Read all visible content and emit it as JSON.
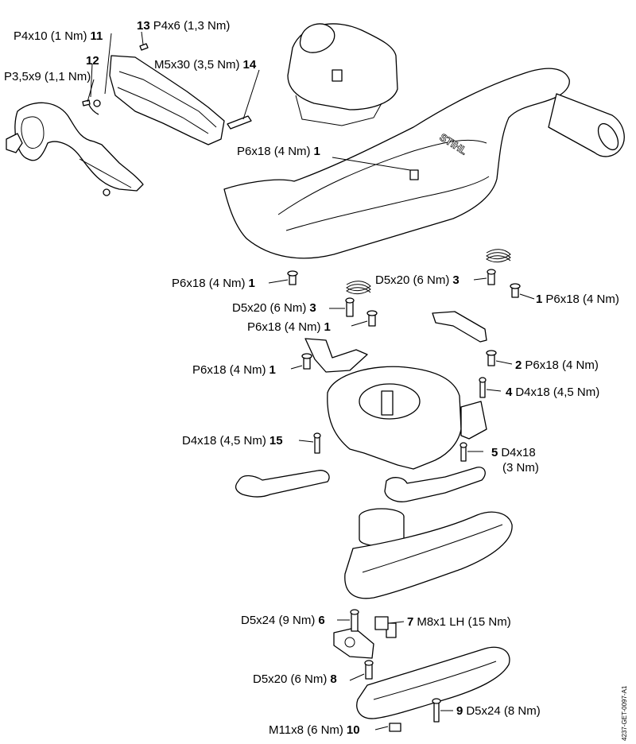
{
  "callouts": [
    {
      "id": "c13",
      "num": "13",
      "spec": "P4x6 (1,3 Nm)",
      "num_first": true
    },
    {
      "id": "c11",
      "num": "11",
      "spec": "P4x10 (1 Nm)",
      "num_first": false
    },
    {
      "id": "c12",
      "num": "12",
      "spec": "",
      "num_first": false
    },
    {
      "id": "c12b",
      "num": "",
      "spec": "P3,5x9 (1,1 Nm)",
      "num_first": false
    },
    {
      "id": "c14",
      "num": "14",
      "spec": "M5x30 (3,5 Nm)",
      "num_first": false
    },
    {
      "id": "c1a",
      "num": "1",
      "spec": "P6x18 (4 Nm)",
      "num_first": false
    },
    {
      "id": "c1b",
      "num": "1",
      "spec": "P6x18 (4 Nm)",
      "num_first": false
    },
    {
      "id": "c3a",
      "num": "3",
      "spec": "D5x20 (6 Nm)",
      "num_first": false
    },
    {
      "id": "c1c",
      "num": "1",
      "spec": "P6x18 (4 Nm)",
      "num_first": true
    },
    {
      "id": "c3b",
      "num": "3",
      "spec": "D5x20 (6 Nm)",
      "num_first": false
    },
    {
      "id": "c1d",
      "num": "1",
      "spec": "P6x18 (4 Nm)",
      "num_first": false
    },
    {
      "id": "c2",
      "num": "2",
      "spec": "P6x18 (4 Nm)",
      "num_first": true
    },
    {
      "id": "c1e",
      "num": "1",
      "spec": "P6x18 (4 Nm)",
      "num_first": false
    },
    {
      "id": "c4",
      "num": "4",
      "spec": "D4x18 (4,5 Nm)",
      "num_first": true
    },
    {
      "id": "c15",
      "num": "15",
      "spec": "D4x18 (4,5 Nm)",
      "num_first": false
    },
    {
      "id": "c5",
      "num": "5",
      "spec": "D4x18",
      "num_first": true
    },
    {
      "id": "c5b",
      "num": "",
      "spec": "(3 Nm)",
      "num_first": true
    },
    {
      "id": "c6",
      "num": "6",
      "spec": "D5x24 (9 Nm)",
      "num_first": false
    },
    {
      "id": "c7",
      "num": "7",
      "spec": "M8x1 LH (15 Nm)",
      "num_first": true
    },
    {
      "id": "c8",
      "num": "8",
      "spec": "D5x20 (6 Nm)",
      "num_first": false
    },
    {
      "id": "c9",
      "num": "9",
      "spec": "D5x24 (8 Nm)",
      "num_first": true
    },
    {
      "id": "c10",
      "num": "10",
      "spec": "M11x8 (6 Nm)",
      "num_first": false
    }
  ],
  "logo_text": "STIHL",
  "doc_ref": "4237-GET-0097-A1"
}
